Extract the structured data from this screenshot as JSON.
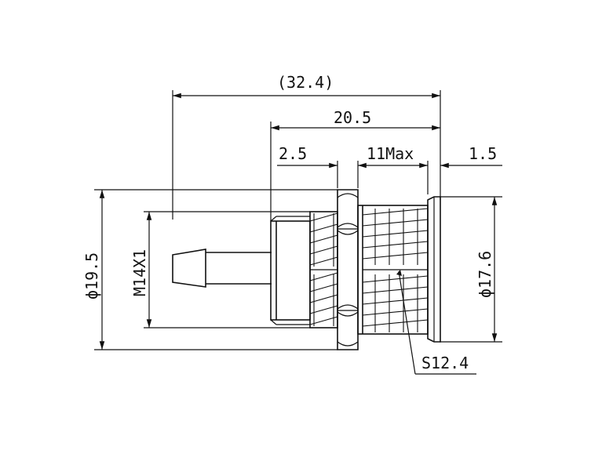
{
  "dimensions": {
    "overall_length": "(32.4)",
    "body_length": "20.5",
    "collar": "2.5",
    "thread_length": "11Max",
    "flange": "1.5",
    "nut_diameter": "ϕ19.5",
    "thread_spec": "M14X1",
    "flange_diameter": "ϕ17.6",
    "wrench_size": "S12.4"
  },
  "colors": {
    "stroke": "#111111",
    "background": "#ffffff"
  }
}
